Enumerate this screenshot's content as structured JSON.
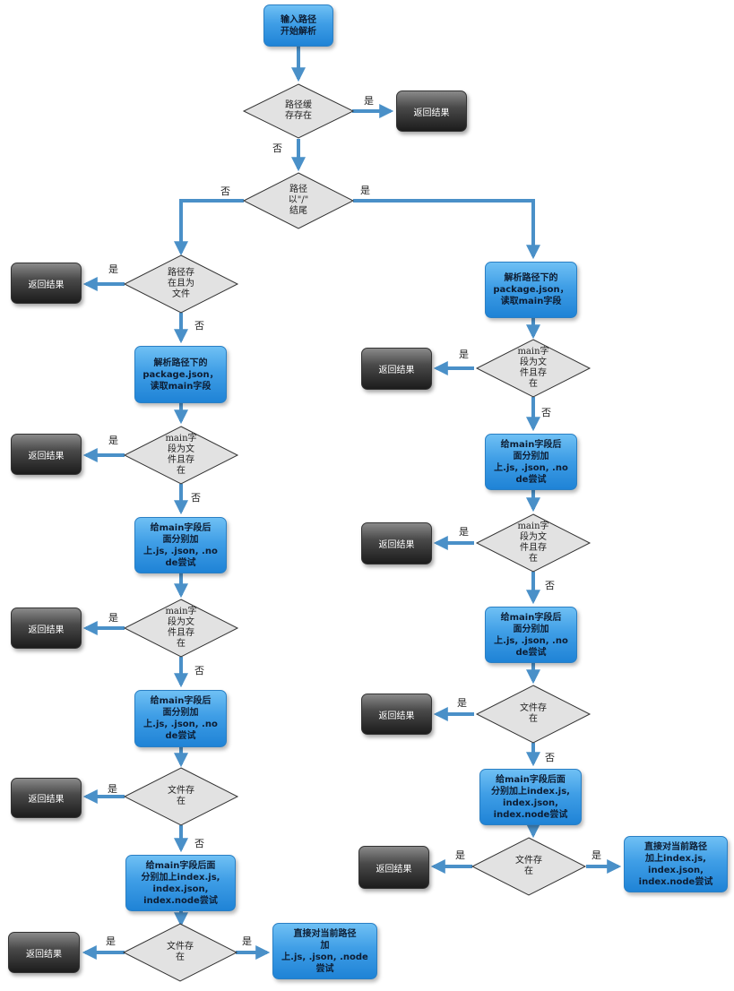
{
  "nodes": {
    "start": "输入路径\n开始解析",
    "cache": "路径缓\n存存在",
    "slash": "路径\n以\"/\"\n结尾",
    "L_exists": "路径存\n在且为\n文件",
    "L_pkg": "解析路径下的\npackage.json，\n读取main字段",
    "L_main1": "main字\n段为文\n件且存\n在",
    "L_ext1": "给main字段后\n面分别加\n上.js, .json, .no\nde尝试",
    "L_main2": "main字\n段为文\n件且存\n在",
    "L_ext2": "给main字段后\n面分别加\n上.js, .json, .no\nde尝试",
    "L_file1": "文件存\n在",
    "L_idx": "给main字段后面\n分别加上index.js,\nindex.json,\nindex.node尝试",
    "L_file2": "文件存\n在",
    "L_direct": "直接对当前路径\n加\n上.js, .json, .node\n尝试",
    "R_pkg": "解析路径下的\npackage.json，\n读取main字段",
    "R_main1": "main字\n段为文\n件且存\n在",
    "R_ext1": "给main字段后\n面分别加\n上.js, .json, .no\nde尝试",
    "R_main2": "main字\n段为文\n件且存\n在",
    "R_ext2": "给main字段后\n面分别加\n上.js, .json, .no\nde尝试",
    "R_file1": "文件存\n在",
    "R_idx": "给main字段后面\n分别加上index.js,\nindex.json,\nindex.node尝试",
    "R_file2": "文件存\n在",
    "R_direct": "直接对当前路径\n加上index.js,\nindex.json,\nindex.node尝试"
  },
  "return_label": "返回结果",
  "yes_label": "是",
  "no_label": "否",
  "colors": {
    "arrow": "#4a90c8",
    "diamond_fill": "#e2e2e2",
    "diamond_stroke": "#333333",
    "box_blue": "#3f9ee6",
    "box_dark": "#1c1c1c"
  }
}
